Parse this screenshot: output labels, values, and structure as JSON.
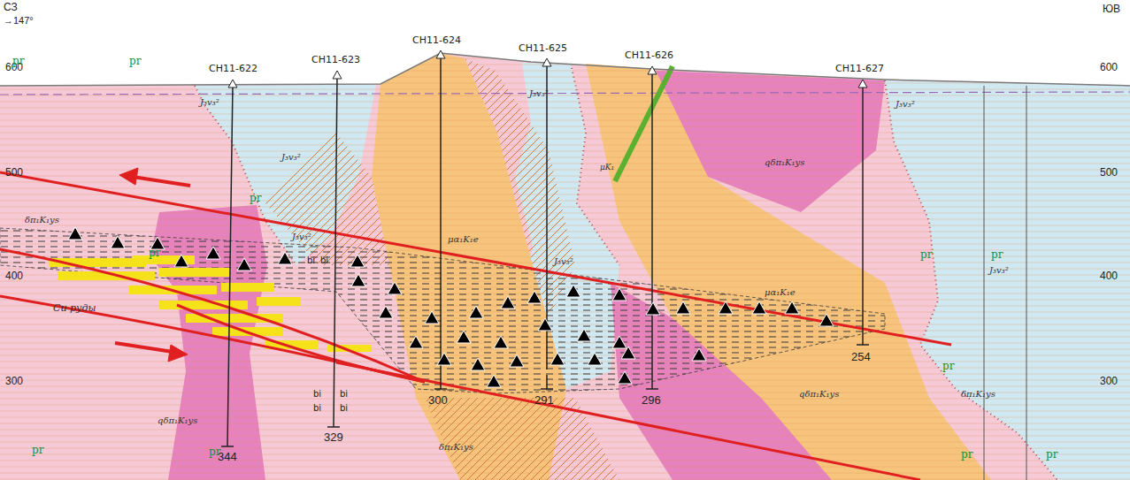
{
  "diagram": {
    "labels": [
      "СЗ",
      "→147°",
      "ЮВ",
      "600",
      "500",
      "400",
      "300",
      "600",
      "500",
      "400",
      "300",
      "CH11-622",
      "CH11-623",
      "CH11-624",
      "CH11-625",
      "CH11-626",
      "CH11-627",
      "344",
      "329",
      "300",
      "291",
      "296",
      "254",
      "pr",
      "pr",
      "pr",
      "pr",
      "pr",
      "pr",
      "pr",
      "pr",
      "pr",
      "pr",
      "pr",
      "J₃v₃²",
      "J₃v₃²",
      "J₃v₃²",
      "J₃v₃²",
      "J₃v₃²",
      "J₃v₃²",
      "J₃v₃²",
      "δπ₁K₁ys",
      "δπ₁K₁ys",
      "δπ₁K₁ys",
      "qδπ₁K₁ys",
      "qδπ₁K₁ys",
      "qδπ₁K₁ys",
      "μα₁K₁e",
      "μα₁K₁e",
      "μK₁",
      "Cu руды",
      "bi",
      "bi",
      "bi",
      "bi",
      "bi",
      "bi"
    ]
  }
}
